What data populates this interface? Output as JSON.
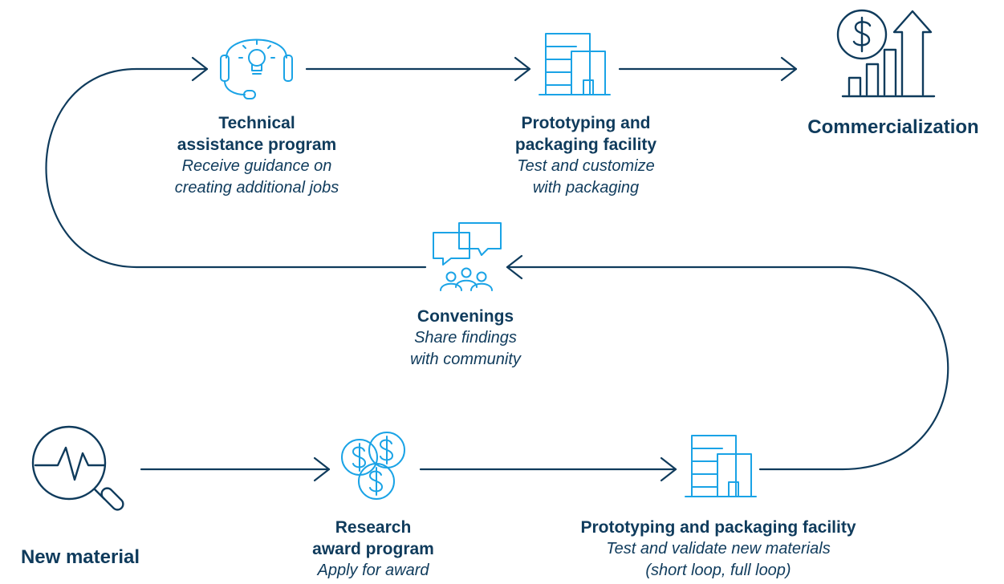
{
  "colors": {
    "navy": "#0f3b5c",
    "cyan": "#1aa3e6"
  },
  "nodes": {
    "technical_assistance": {
      "title_line1": "Technical",
      "title_line2": "assistance program",
      "desc_line1": "Receive guidance on",
      "desc_line2": "creating additional jobs",
      "icon": "headset-lightbulb-icon"
    },
    "prototyping_top": {
      "title_line1": "Prototyping and",
      "title_line2": "packaging facility",
      "desc_line1": "Test and customize",
      "desc_line2": "with packaging",
      "icon": "building-icon"
    },
    "commercialization": {
      "title": "Commercialization",
      "icon": "revenue-growth-icon"
    },
    "convenings": {
      "title": "Convenings",
      "desc_line1": "Share findings",
      "desc_line2": "with community",
      "icon": "community-chat-icon"
    },
    "new_material": {
      "title": "New material",
      "icon": "material-analysis-icon"
    },
    "research_award": {
      "title_line1": "Research",
      "title_line2": "award program",
      "desc_line1": "Apply for award",
      "icon": "coins-icon"
    },
    "prototyping_bottom": {
      "title": "Prototyping and packaging facility",
      "desc_line1": "Test and validate new materials",
      "desc_line2": "(short loop, full loop)",
      "icon": "building-icon"
    }
  }
}
